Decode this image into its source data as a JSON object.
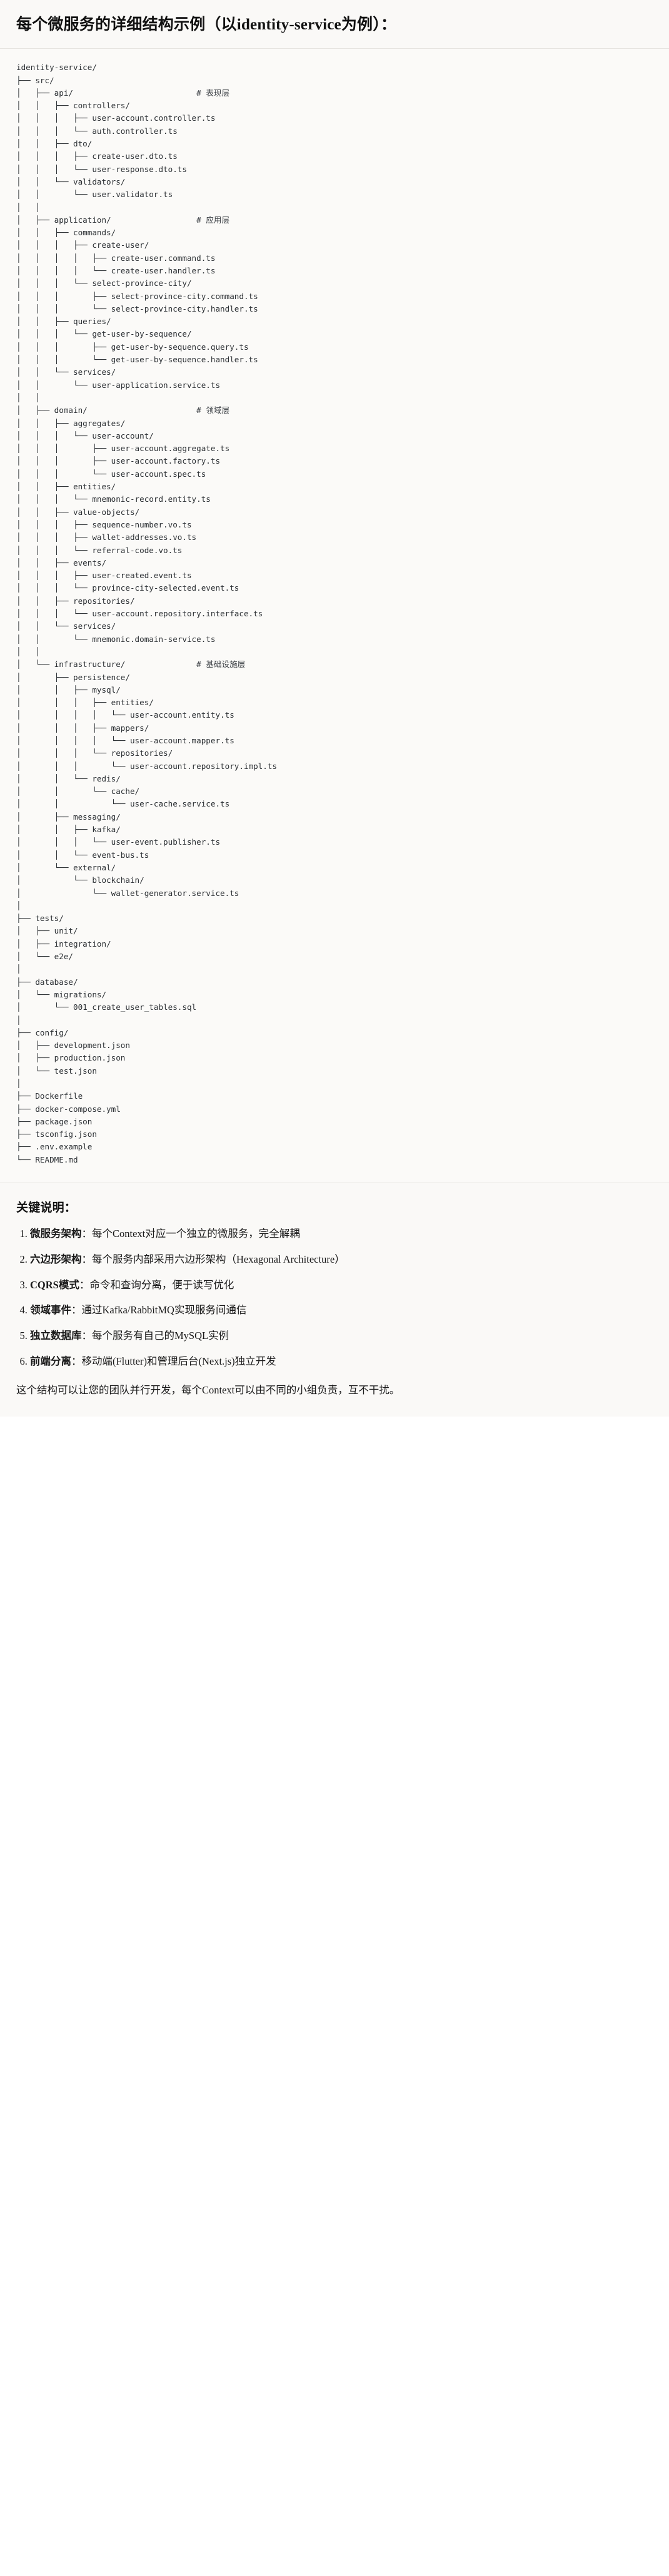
{
  "header": {
    "title": "每个微服务的详细结构示例（以identity-service为例）："
  },
  "tree": {
    "root": "identity-service/",
    "lines": [
      "identity-service/",
      "├── src/",
      "│   ├── api/                          # 表现层",
      "│   │   ├── controllers/",
      "│   │   │   ├── user-account.controller.ts",
      "│   │   │   └── auth.controller.ts",
      "│   │   ├── dto/",
      "│   │   │   ├── create-user.dto.ts",
      "│   │   │   └── user-response.dto.ts",
      "│   │   └── validators/",
      "│   │       └── user.validator.ts",
      "│   │",
      "│   ├── application/                  # 应用层",
      "│   │   ├── commands/",
      "│   │   │   ├── create-user/",
      "│   │   │   │   ├── create-user.command.ts",
      "│   │   │   │   └── create-user.handler.ts",
      "│   │   │   └── select-province-city/",
      "│   │   │       ├── select-province-city.command.ts",
      "│   │   │       └── select-province-city.handler.ts",
      "│   │   ├── queries/",
      "│   │   │   └── get-user-by-sequence/",
      "│   │   │       ├── get-user-by-sequence.query.ts",
      "│   │   │       └── get-user-by-sequence.handler.ts",
      "│   │   └── services/",
      "│   │       └── user-application.service.ts",
      "│   │",
      "│   ├── domain/                       # 领域层",
      "│   │   ├── aggregates/",
      "│   │   │   └── user-account/",
      "│   │   │       ├── user-account.aggregate.ts",
      "│   │   │       ├── user-account.factory.ts",
      "│   │   │       └── user-account.spec.ts",
      "│   │   ├── entities/",
      "│   │   │   └── mnemonic-record.entity.ts",
      "│   │   ├── value-objects/",
      "│   │   │   ├── sequence-number.vo.ts",
      "│   │   │   ├── wallet-addresses.vo.ts",
      "│   │   │   └── referral-code.vo.ts",
      "│   │   ├── events/",
      "│   │   │   ├── user-created.event.ts",
      "│   │   │   └── province-city-selected.event.ts",
      "│   │   ├── repositories/",
      "│   │   │   └── user-account.repository.interface.ts",
      "│   │   └── services/",
      "│   │       └── mnemonic.domain-service.ts",
      "│   │",
      "│   └── infrastructure/               # 基础设施层",
      "│       ├── persistence/",
      "│       │   ├── mysql/",
      "│       │   │   ├── entities/",
      "│       │   │   │   └── user-account.entity.ts",
      "│       │   │   ├── mappers/",
      "│       │   │   │   └── user-account.mapper.ts",
      "│       │   │   └── repositories/",
      "│       │   │       └── user-account.repository.impl.ts",
      "│       │   └── redis/",
      "│       │       └── cache/",
      "│       │           └── user-cache.service.ts",
      "│       ├── messaging/",
      "│       │   ├── kafka/",
      "│       │   │   └── user-event.publisher.ts",
      "│       │   └── event-bus.ts",
      "│       └── external/",
      "│           └── blockchain/",
      "│               └── wallet-generator.service.ts",
      "│",
      "├── tests/",
      "│   ├── unit/",
      "│   ├── integration/",
      "│   └── e2e/",
      "│",
      "├── database/",
      "│   └── migrations/",
      "│       └── 001_create_user_tables.sql",
      "│",
      "├── config/",
      "│   ├── development.json",
      "│   ├── production.json",
      "│   └── test.json",
      "│",
      "├── Dockerfile",
      "├── docker-compose.yml",
      "├── package.json",
      "├── tsconfig.json",
      "├── .env.example",
      "└── README.md"
    ],
    "layer_comments": [
      "# 表现层",
      "# 应用层",
      "# 领域层",
      "# 基础设施层"
    ]
  },
  "notes": {
    "heading": "关键说明：",
    "separator": "：",
    "items": [
      {
        "term": "微服务架构",
        "desc": "每个Context对应一个独立的微服务，完全解耦"
      },
      {
        "term": "六边形架构",
        "desc": "每个服务内部采用六边形架构（Hexagonal Architecture）"
      },
      {
        "term": "CQRS模式",
        "desc": "命令和查询分离，便于读写优化"
      },
      {
        "term": "领域事件",
        "desc": "通过Kafka/RabbitMQ实现服务间通信"
      },
      {
        "term": "独立数据库",
        "desc": "每个服务有自己的MySQL实例"
      },
      {
        "term": "前端分离",
        "desc": "移动端(Flutter)和管理后台(Next.js)独立开发"
      }
    ],
    "closing": "这个结构可以让您的团队并行开发，每个Context可以由不同的小组负责，互不干扰。"
  }
}
